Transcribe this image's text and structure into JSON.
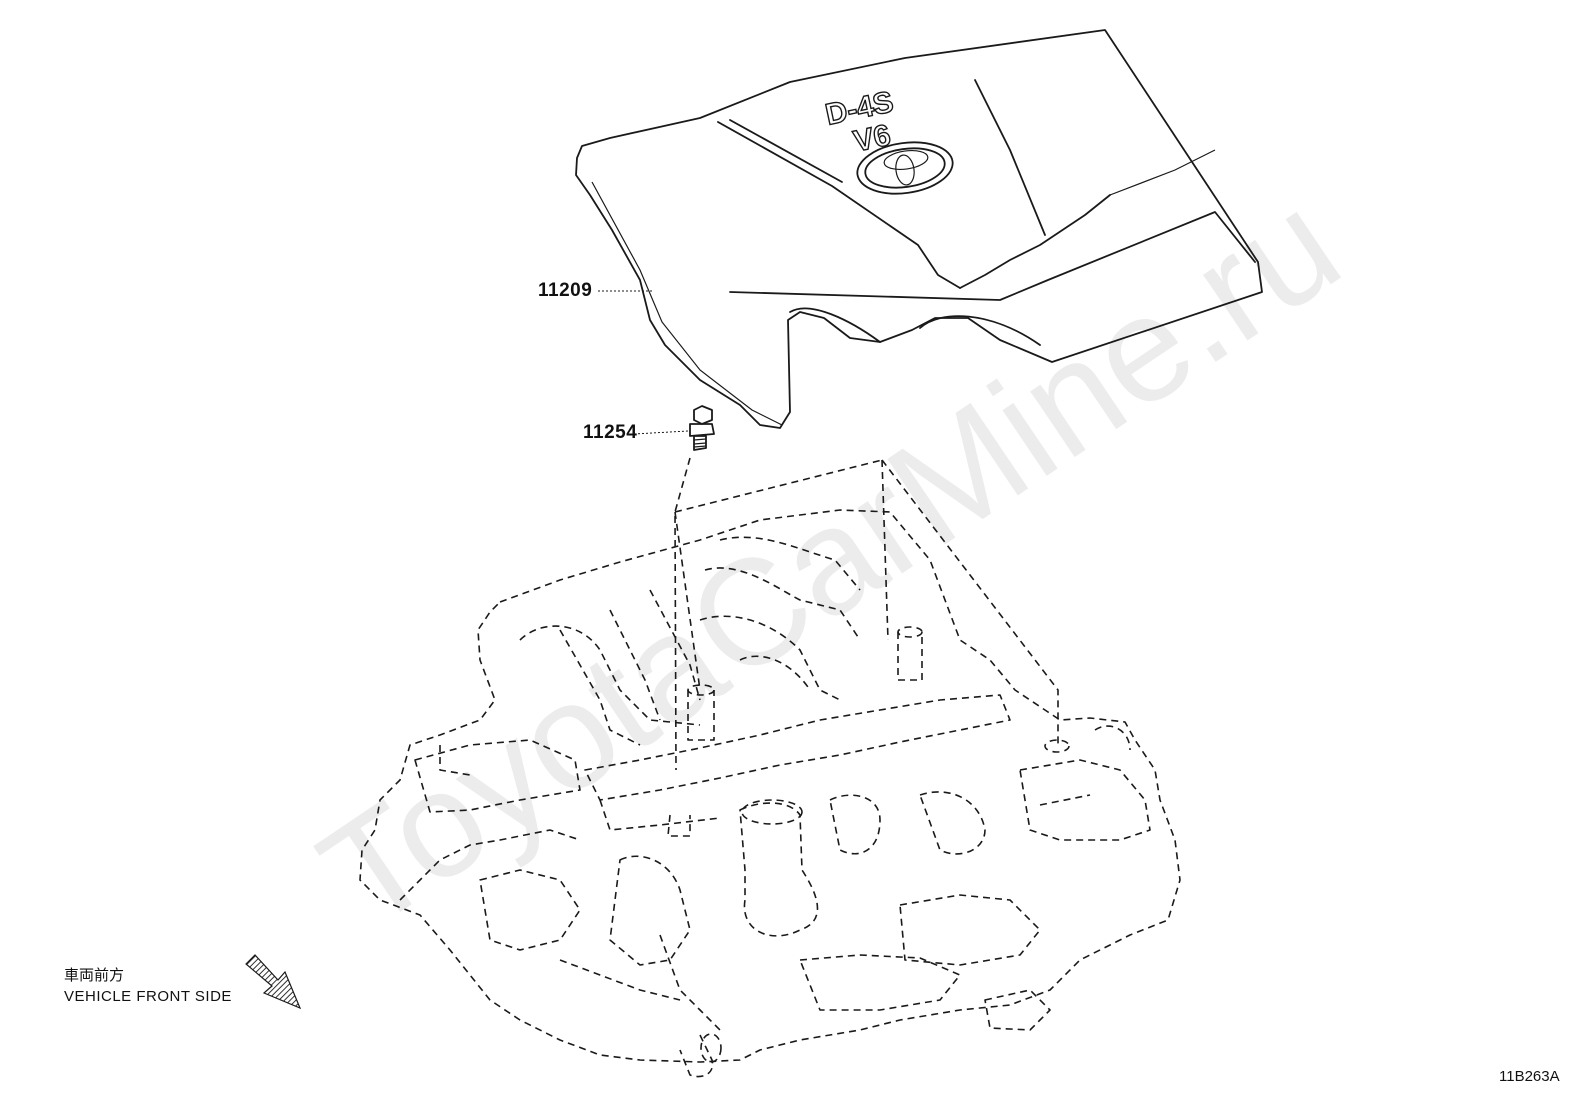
{
  "callouts": [
    {
      "id": "cover",
      "number": "11209"
    },
    {
      "id": "bolt",
      "number": "11254"
    }
  ],
  "direction": {
    "label_jp": "車両前方",
    "label_en": "VEHICLE FRONT SIDE"
  },
  "cover_emblem": {
    "engine_code": "D-4S",
    "engine_type": "V6"
  },
  "illustration_code": "11B263A",
  "watermark": "ToyotaCarMine.ru",
  "icons": {
    "logo": "toyota-logo-icon",
    "arrow": "front-direction-arrow-icon"
  }
}
